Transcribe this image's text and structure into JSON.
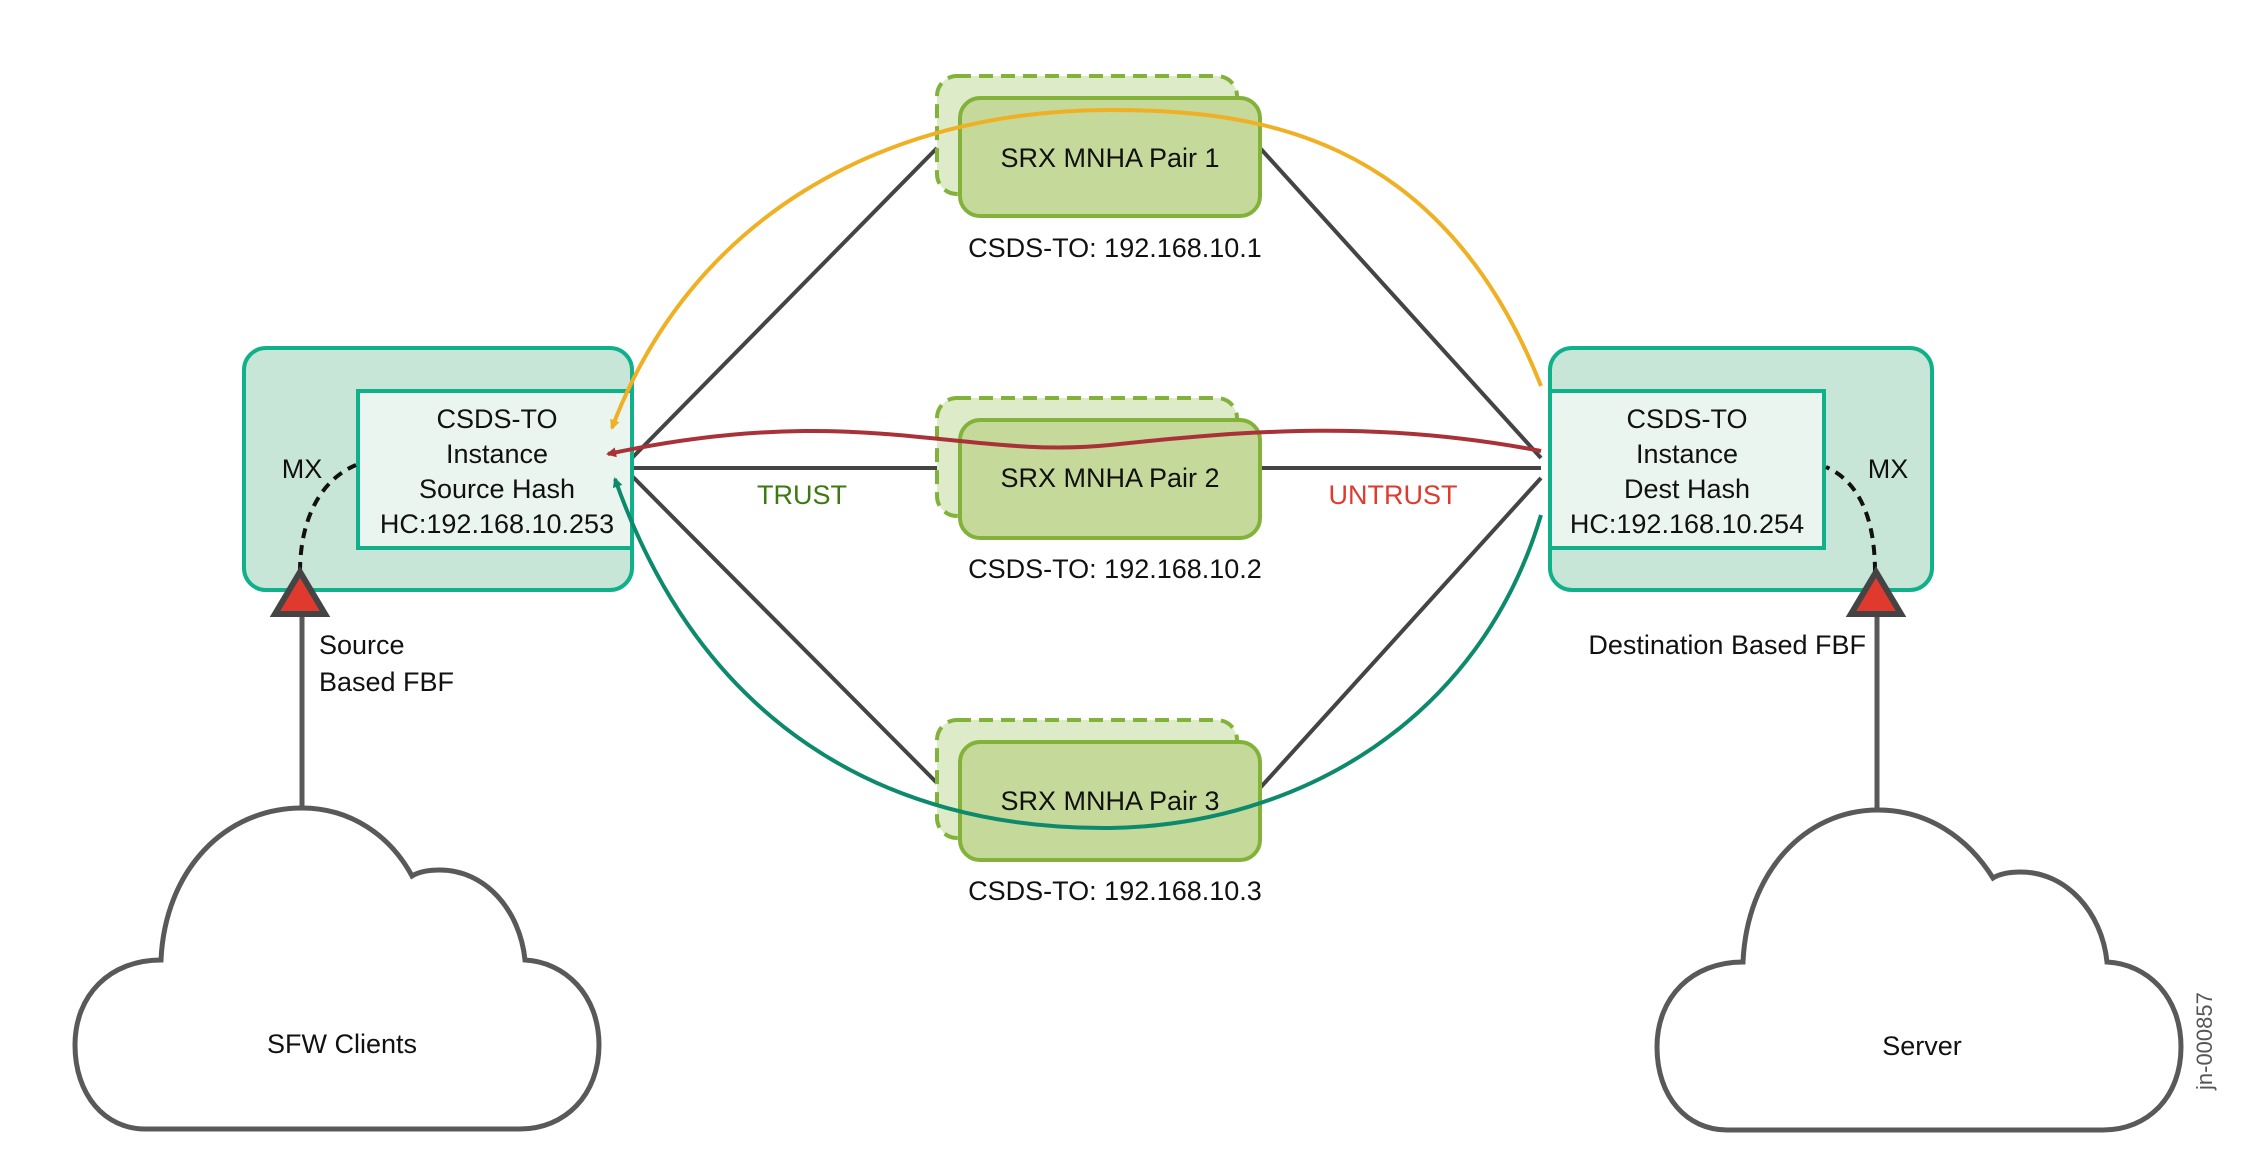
{
  "diagram": {
    "left_mx": {
      "label": "MX",
      "instance_lines": [
        "CSDS-TO",
        "Instance",
        "Source Hash",
        "HC:192.168.10.253"
      ],
      "fbf_lines": [
        "Source",
        "Based FBF"
      ]
    },
    "right_mx": {
      "label": "MX",
      "instance_lines": [
        "CSDS-TO",
        "Instance",
        "Dest Hash",
        "HC:192.168.10.254"
      ],
      "fbf_lines": [
        "Destination Based FBF"
      ]
    },
    "srx_pairs": [
      {
        "label": "SRX MNHA Pair 1",
        "ip_label": "CSDS-TO: 192.168.10.1"
      },
      {
        "label": "SRX MNHA Pair 2",
        "ip_label": "CSDS-TO: 192.168.10.2"
      },
      {
        "label": "SRX MNHA Pair 3",
        "ip_label": "CSDS-TO: 192.168.10.3"
      }
    ],
    "zones": {
      "trust": "TRUST",
      "untrust": "UNTRUST"
    },
    "clouds": {
      "left": "SFW Clients",
      "right": "Server"
    },
    "watermark": "jn-000857",
    "colors": {
      "mx_fill": "#c8e6d8",
      "mx_stroke": "#10b08a",
      "instance_fill": "#eaf5ef",
      "srx_fill": "#c4d99a",
      "srx_back_fill": "#deebc9",
      "srx_stroke": "#82b23a",
      "link": "#444444",
      "flow_pair1": "#f0b024",
      "flow_pair2": "#a83238",
      "flow_pair3": "#0d8a6c",
      "trust_text": "#3a7a10",
      "untrust_text": "#e03a2e",
      "fbf_marker": "#e03a2e",
      "cloud_stroke": "#595959"
    }
  }
}
